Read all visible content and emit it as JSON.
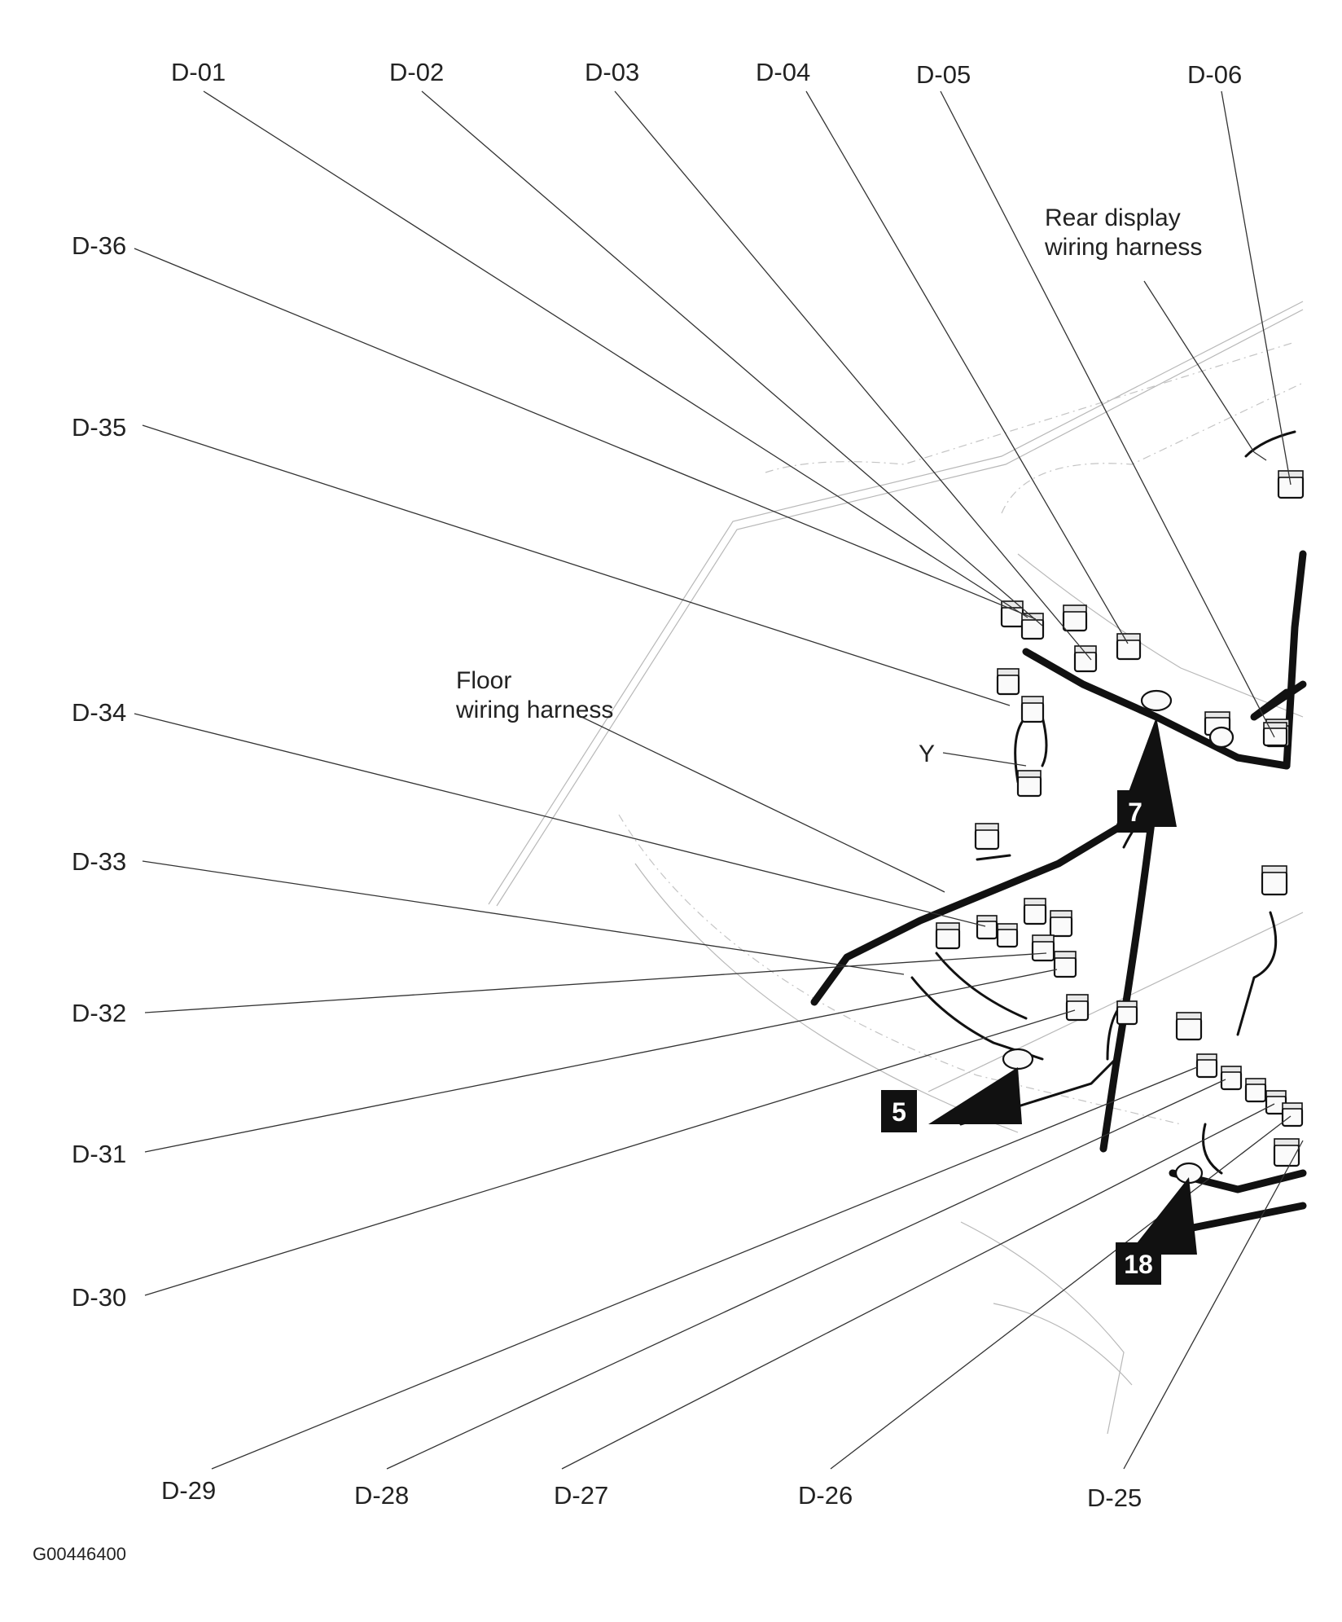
{
  "labels": {
    "d01": "D-01",
    "d02": "D-02",
    "d03": "D-03",
    "d04": "D-04",
    "d05": "D-05",
    "d06": "D-06",
    "d36": "D-36",
    "d35": "D-35",
    "d34": "D-34",
    "d33": "D-33",
    "d32": "D-32",
    "d31": "D-31",
    "d30": "D-30",
    "d29": "D-29",
    "d28": "D-28",
    "d27": "D-27",
    "d26": "D-26",
    "d25": "D-25"
  },
  "notes": {
    "rear_display_1": "Rear display",
    "rear_display_2": "wiring harness",
    "floor_1": "Floor",
    "floor_2": "wiring harness",
    "y": "Y"
  },
  "badges": {
    "b7": "7",
    "b5": "5",
    "b18": "18"
  },
  "figure_id": "G00446400"
}
